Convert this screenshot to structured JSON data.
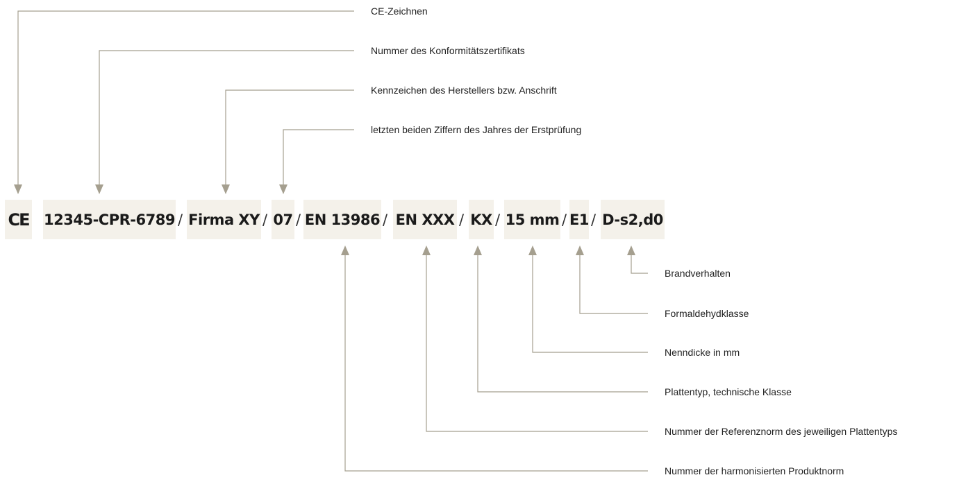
{
  "marking": {
    "ce": "CE",
    "certificate": "12345-CPR-6789",
    "manufacturer": "Firma XY",
    "year": "07",
    "product_norm": "EN 13986",
    "reference_norm": "EN XXX",
    "panel_type": "KX",
    "thickness": "15 mm",
    "formaldehyde": "E1",
    "fire": "D-s2,d0",
    "separator": "/"
  },
  "labels_top": [
    "CE-Zeichnen",
    "Nummer des Konformitätszertifikats",
    "Kennzeichen des Herstellers bzw. Anschrift",
    "letzten beiden Ziffern des Jahres der Erstprüfung"
  ],
  "labels_bottom": [
    "Brandverhalten",
    "Formaldehydklasse",
    "Nenndicke in mm",
    "Plattentyp, technische Klasse",
    "Nummer der Referenznorm des jeweiligen Plattentyps",
    "Nummer der harmonisierten Produktnorm"
  ],
  "colors": {
    "box_background": "#f4f1ea",
    "connector": "#a59f8f"
  }
}
